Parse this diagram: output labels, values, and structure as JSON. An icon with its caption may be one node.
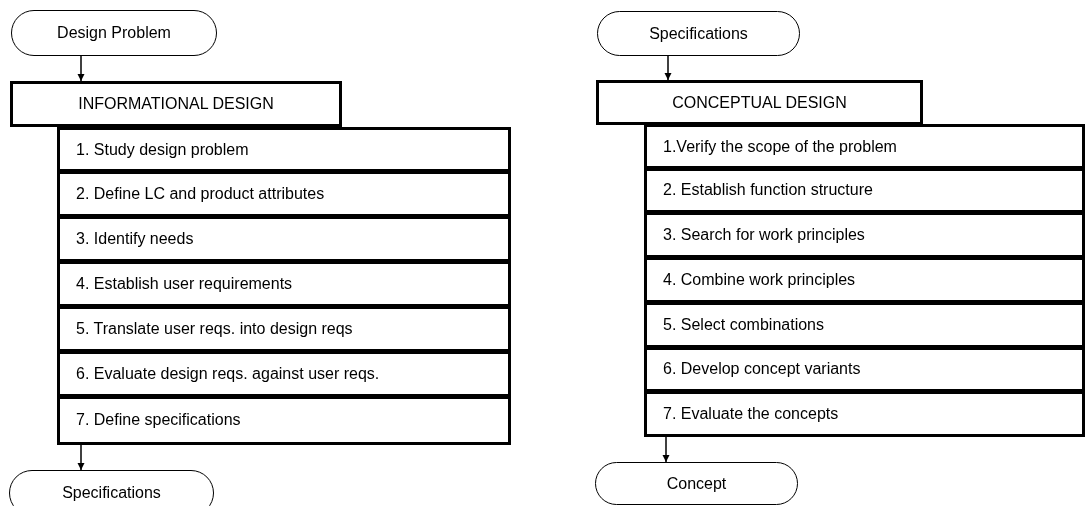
{
  "diagram": {
    "nodes": [
      {
        "text": [
          "Design Problem"
        ]
      },
      {
        "text": [
          "INFORMATIONAL DESIGN"
        ]
      },
      {
        "text": [
          "1. Study design problem"
        ]
      },
      {
        "text": [
          "2. Define LC and product attributes"
        ]
      },
      {
        "text": [
          "3. Identify needs"
        ]
      },
      {
        "text": [
          "4. Establish user requirements"
        ]
      },
      {
        "text": [
          "5. Translate user reqs. into design reqs"
        ]
      },
      {
        "text": [
          "6. Evaluate design reqs. against user reqs."
        ]
      },
      {
        "text": [
          "7. Define specifications"
        ]
      },
      {
        "text": [
          "Specifications"
        ]
      },
      {
        "text": [
          "Specifications"
        ]
      },
      {
        "text": [
          "CONCEPTUAL DESIGN"
        ]
      },
      {
        "text": [
          "1.Verify the scope of the problem"
        ]
      },
      {
        "text": [
          "2. Establish function structure"
        ]
      },
      {
        "text": [
          "3. Search for work principles"
        ]
      },
      {
        "text": [
          "4. Combine work principles"
        ]
      },
      {
        "text": [
          "5. Select combinations"
        ]
      },
      {
        "text": [
          "6. Develop concept variants"
        ]
      },
      {
        "text": [
          "7. Evaluate the concepts"
        ]
      },
      {
        "text": [
          "Concept"
        ]
      }
    ],
    "edges": [
      {
        "from": 0,
        "to": 1,
        "arrow": "to"
      },
      {
        "from": 8,
        "to": 9,
        "arrow": "to"
      },
      {
        "from": 10,
        "to": 11,
        "arrow": "to"
      },
      {
        "from": 18,
        "to": 19,
        "arrow": "to"
      }
    ]
  }
}
